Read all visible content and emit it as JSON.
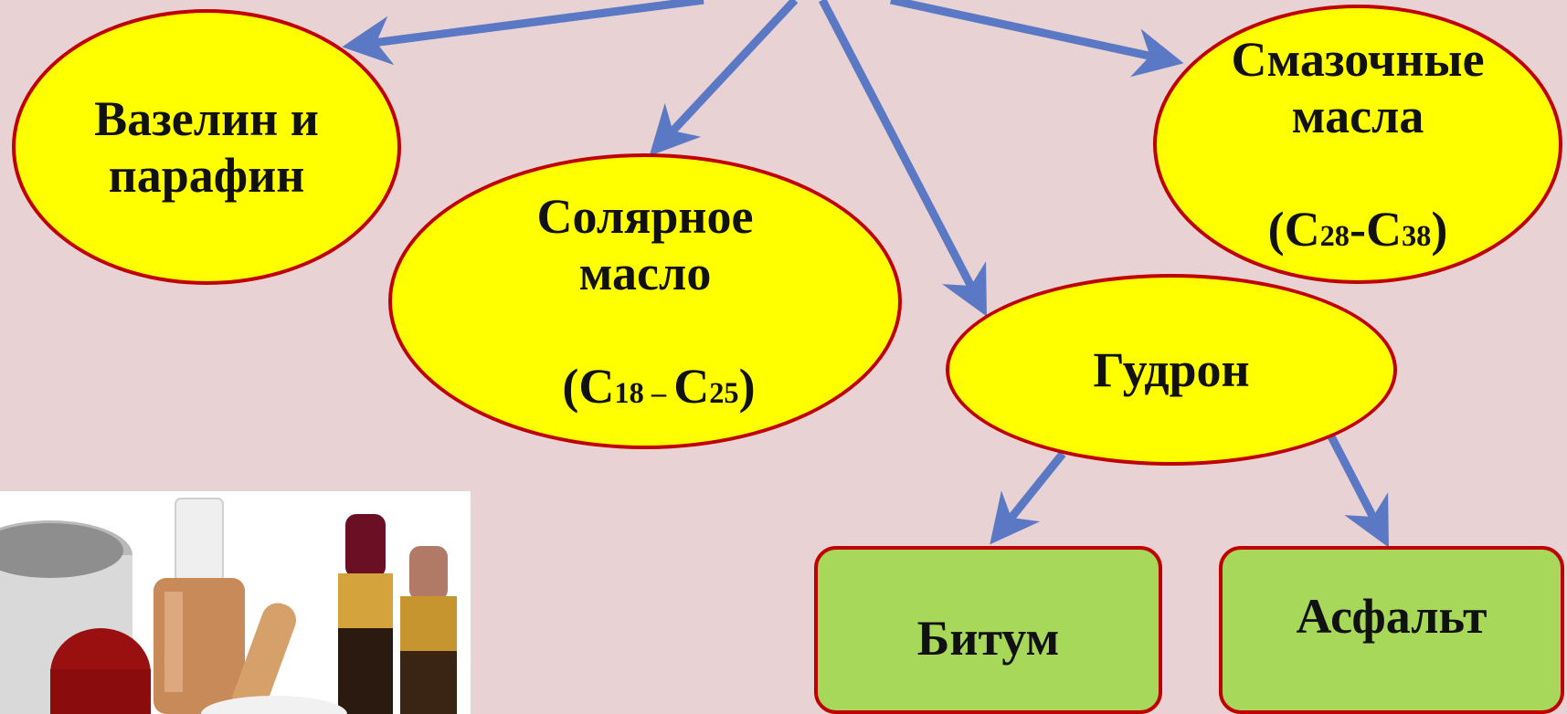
{
  "diagram": {
    "nodes": {
      "vaseline": {
        "line1": "Вазелин и",
        "line2": "парафин"
      },
      "solar_oil": {
        "line1": "Солярное",
        "line2": "масло",
        "formula_open": "(C",
        "formula_sub1": "18",
        "formula_dash": " – ",
        "formula_c2": "C",
        "formula_sub2": "25",
        "formula_close": ")"
      },
      "lube_oils": {
        "line1": "Смазочные",
        "line2": "масла",
        "formula_open": "(C",
        "formula_sub1": "28",
        "formula_dash": "-",
        "formula_c2": "C",
        "formula_sub2": "38",
        "formula_close": ")"
      },
      "tar": {
        "label": "Гудрон"
      },
      "bitumen": {
        "label": "Битум"
      },
      "asphalt": {
        "label": "Асфальт"
      }
    },
    "colors": {
      "background": "#e8d2d3",
      "ellipse_fill": "#ffff00",
      "box_fill": "#a8d85a",
      "border": "#c00000",
      "arrow": "#5b78c4"
    }
  },
  "photo": {
    "subject": "cosmetics-photo"
  }
}
